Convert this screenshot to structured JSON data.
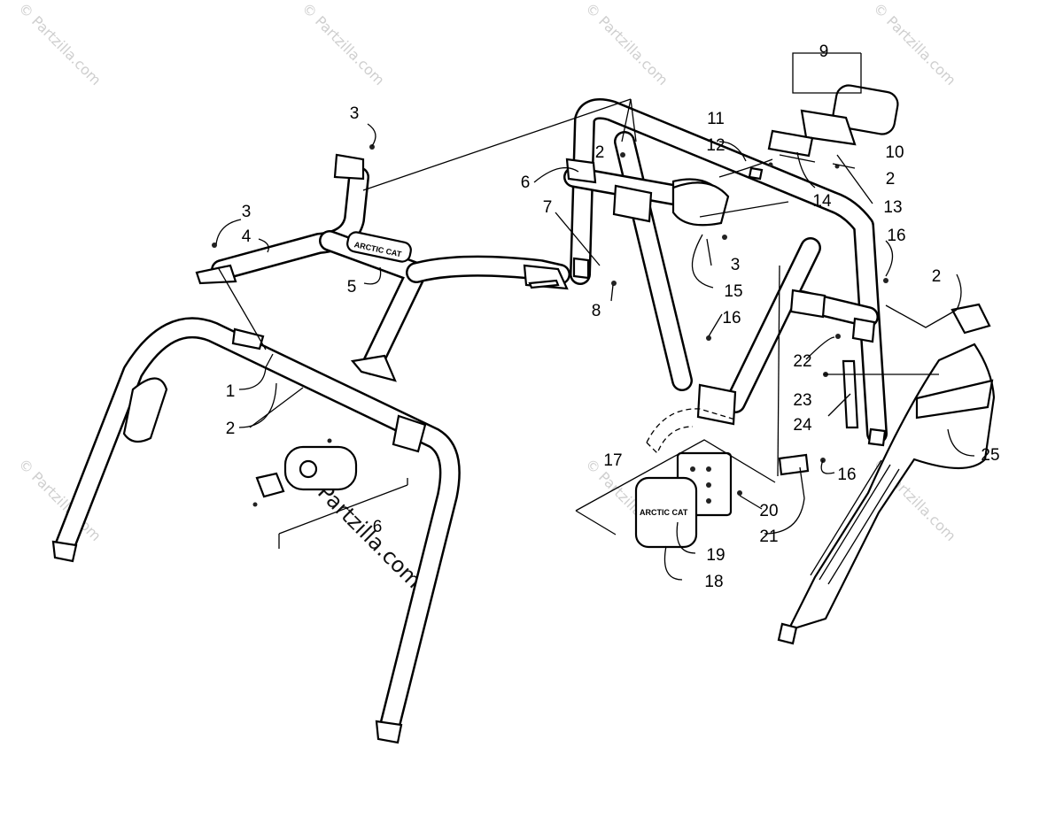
{
  "diagram": {
    "callouts": [
      {
        "id": "c1",
        "label": "1"
      },
      {
        "id": "c2a",
        "label": "2"
      },
      {
        "id": "c2b",
        "label": "2"
      },
      {
        "id": "c2c",
        "label": "2"
      },
      {
        "id": "c2d",
        "label": "2"
      },
      {
        "id": "c3a",
        "label": "3"
      },
      {
        "id": "c3b",
        "label": "3"
      },
      {
        "id": "c3c",
        "label": "3"
      },
      {
        "id": "c4",
        "label": "4"
      },
      {
        "id": "c5",
        "label": "5"
      },
      {
        "id": "c6a",
        "label": "6"
      },
      {
        "id": "c6b",
        "label": "6"
      },
      {
        "id": "c7",
        "label": "7"
      },
      {
        "id": "c8",
        "label": "8"
      },
      {
        "id": "c9",
        "label": "9"
      },
      {
        "id": "c10",
        "label": "10"
      },
      {
        "id": "c11",
        "label": "11"
      },
      {
        "id": "c12",
        "label": "12"
      },
      {
        "id": "c13",
        "label": "13"
      },
      {
        "id": "c14",
        "label": "14"
      },
      {
        "id": "c15",
        "label": "15"
      },
      {
        "id": "c16a",
        "label": "16"
      },
      {
        "id": "c16b",
        "label": "16"
      },
      {
        "id": "c16c",
        "label": "16"
      },
      {
        "id": "c17",
        "label": "17"
      },
      {
        "id": "c18",
        "label": "18"
      },
      {
        "id": "c19",
        "label": "19"
      },
      {
        "id": "c20",
        "label": "20"
      },
      {
        "id": "c21",
        "label": "21"
      },
      {
        "id": "c22",
        "label": "22"
      },
      {
        "id": "c23",
        "label": "23"
      },
      {
        "id": "c24",
        "label": "24"
      },
      {
        "id": "c25",
        "label": "25"
      }
    ],
    "logo_text": "ARCTIC CAT",
    "watermarks": {
      "small": "© Partzilla.com",
      "large": "© Partzilla.com"
    }
  }
}
